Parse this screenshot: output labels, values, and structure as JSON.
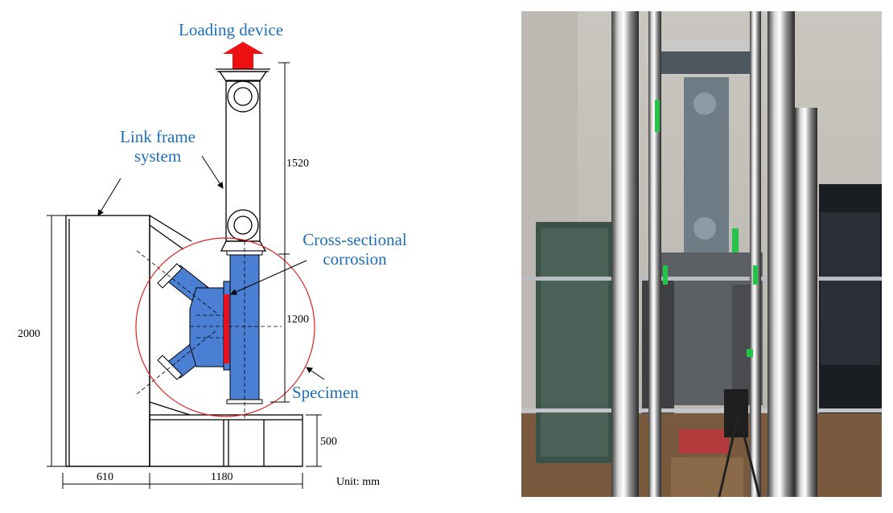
{
  "diagram": {
    "labels": {
      "loading_device": "Loading device",
      "link_frame_line1": "Link frame",
      "link_frame_line2": "system",
      "cross_sectional_line1": "Cross-sectional",
      "cross_sectional_line2": "corrosion",
      "specimen": "Specimen"
    },
    "dimensions": {
      "d1520": "1520",
      "d1200": "1200",
      "d2000": "2000",
      "d500": "500",
      "d610": "610",
      "d1180": "1180",
      "unit": "Unit: mm"
    },
    "colors": {
      "annotation": "#1f6fb8",
      "specimen_fill": "#4a7fd4",
      "corrosion": "#e8101e",
      "arrow": "#ee1111",
      "circle": "#dd2222"
    }
  },
  "photo": {
    "icon": "photo-test-setup"
  }
}
